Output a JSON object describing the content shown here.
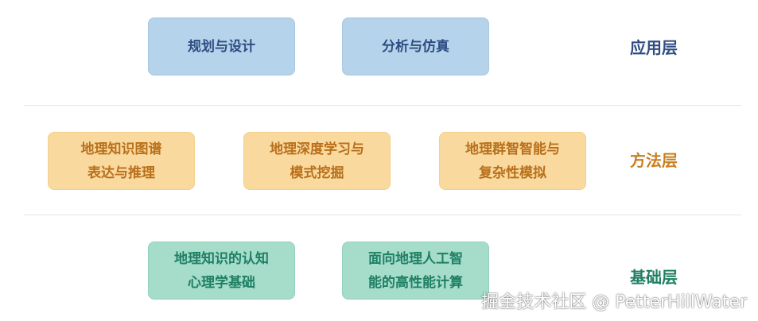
{
  "colors": {
    "application": "#b5d3ea",
    "method": "#fad99f",
    "foundation": "#a5dcca"
  },
  "application_layer": {
    "label": "应用层",
    "boxes": [
      {
        "lines": [
          "规划与设计"
        ]
      },
      {
        "lines": [
          "分析与仿真"
        ]
      }
    ]
  },
  "method_layer": {
    "label": "方法层",
    "boxes": [
      {
        "lines": [
          "地理知识图谱",
          "表达与推理"
        ]
      },
      {
        "lines": [
          "地理深度学习与",
          "模式挖掘"
        ]
      },
      {
        "lines": [
          "地理群智智能与",
          "复杂性模拟"
        ]
      }
    ]
  },
  "foundation_layer": {
    "label": "基础层",
    "boxes": [
      {
        "lines": [
          "地理知识的认知",
          "心理学基础"
        ]
      },
      {
        "lines": [
          "面向地理人工智",
          "能的高性能计算"
        ]
      }
    ]
  },
  "watermark": "掘金技术社区 @ PetterHillWater"
}
